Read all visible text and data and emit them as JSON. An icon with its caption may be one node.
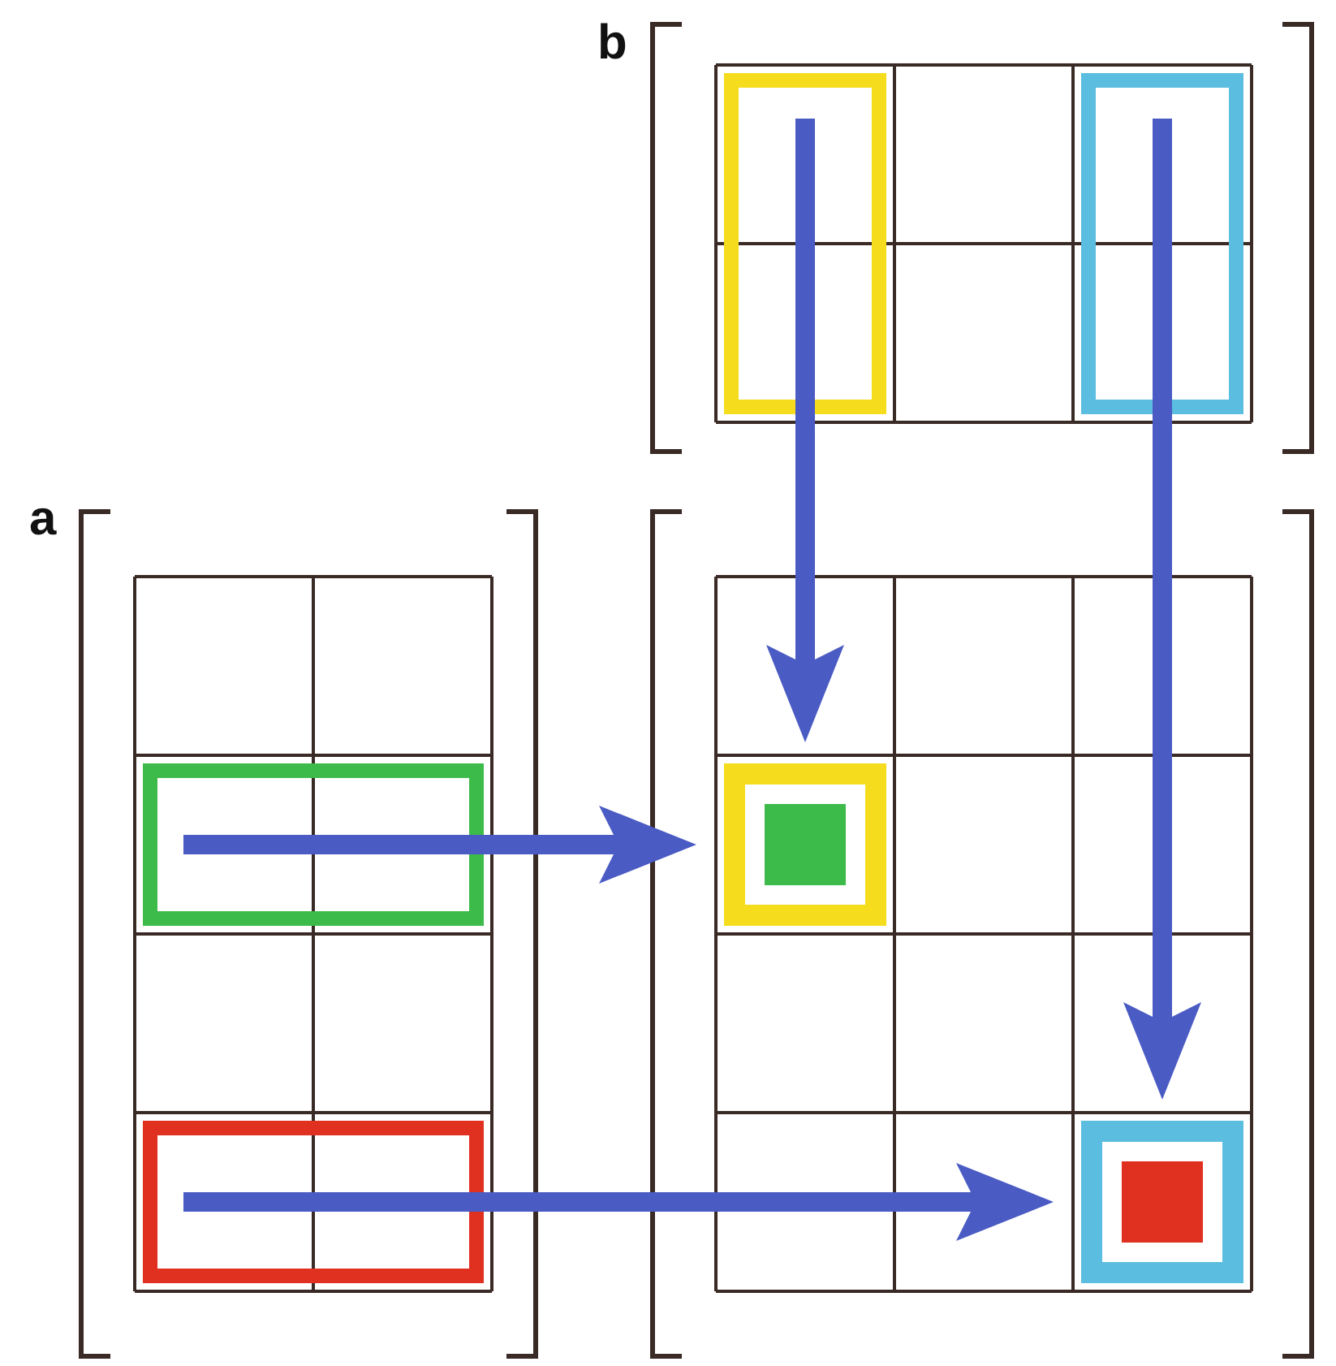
{
  "diagram": {
    "nodes": [
      {
        "text": [],
        "shape": "box"
      },
      {
        "text": [],
        "shape": "box"
      },
      {
        "text": [],
        "shape": "box"
      },
      {
        "text": [],
        "shape": "box"
      },
      {
        "text": [],
        "shape": "box"
      },
      {
        "text": [],
        "shape": "box"
      }
    ],
    "edges": [
      {
        "from": 0,
        "to": 3,
        "arrow": "to"
      },
      {
        "from": 1,
        "to": 5,
        "arrow": "to"
      },
      {
        "from": 2,
        "to": 3,
        "arrow": "to"
      },
      {
        "from": 4,
        "to": 5,
        "arrow": "to"
      }
    ],
    "labels": [
      "b",
      "a"
    ]
  }
}
